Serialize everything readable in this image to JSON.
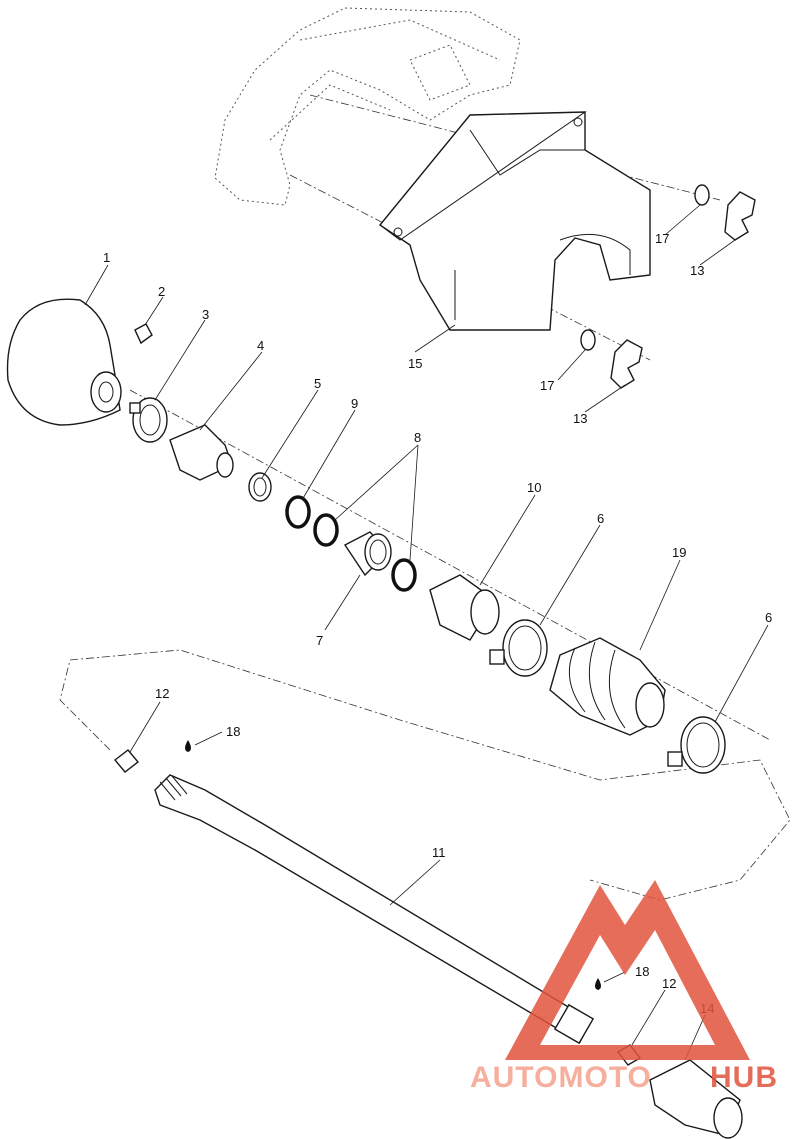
{
  "callouts": {
    "c1": "1",
    "c2": "2",
    "c3": "3",
    "c4": "4",
    "c5": "5",
    "c6a": "6",
    "c6b": "6",
    "c7": "7",
    "c8": "8",
    "c9": "9",
    "c10": "10",
    "c11": "11",
    "c12a": "12",
    "c12b": "12",
    "c13a": "13",
    "c13b": "13",
    "c14": "14",
    "c15": "15",
    "c17a": "17",
    "c17b": "17",
    "c18a": "18",
    "c18b": "18",
    "c19": "19"
  },
  "watermark": {
    "text_part1": "AUTOMOTO",
    "text_part2": "HUB",
    "color_light": "#f5a08c",
    "color_dark": "#e0533d"
  }
}
